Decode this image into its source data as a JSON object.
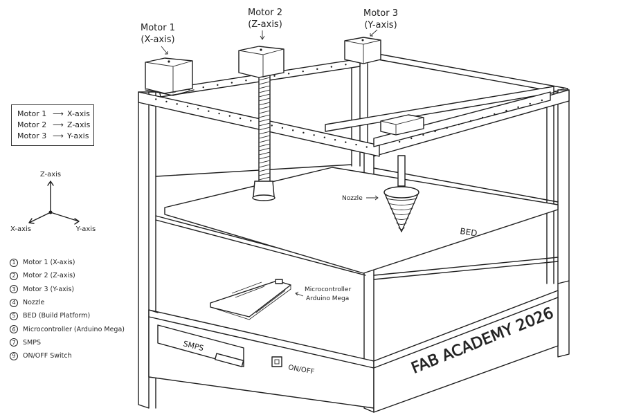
{
  "diagram": {
    "title_labels": {
      "motor1": {
        "name": "Motor 1",
        "axis": "(X-axis)"
      },
      "motor2": {
        "name": "Motor 2",
        "axis": "(Z-axis)"
      },
      "motor3": {
        "name": "Motor 3",
        "axis": "(Y-axis)"
      }
    },
    "motor_map": [
      {
        "motor": "Motor 1",
        "arrow": "⟶",
        "axis": "X-axis"
      },
      {
        "motor": "Motor 2",
        "arrow": "⟶",
        "axis": "Z-axis"
      },
      {
        "motor": "Motor 3",
        "arrow": "⟶",
        "axis": "Y-axis"
      }
    ],
    "axes": {
      "z": "Z-axis",
      "x": "X-axis",
      "y": "Y-axis"
    },
    "legend": [
      {
        "num": "1",
        "text": "Motor 1  (X-axis)"
      },
      {
        "num": "2",
        "text": "Motor 2  (Z-axis)"
      },
      {
        "num": "3",
        "text": "Motor 3  (Y-axis)"
      },
      {
        "num": "4",
        "text": "Nozzle"
      },
      {
        "num": "5",
        "text": "BED  (Build Platform)"
      },
      {
        "num": "6",
        "text": "Microcontroller (Arduino Mega)"
      },
      {
        "num": "7",
        "text": "SMPS"
      },
      {
        "num": "9",
        "text": "ON/OFF  Switch"
      }
    ],
    "callouts": {
      "nozzle": "Nozzle",
      "bed": "BED",
      "mcu_line1": "Microcontroller",
      "mcu_line2": "Arduino  Mega",
      "smps": "SMPS",
      "switch": "ON/OFF",
      "branding": "FAB ACADEMY 2026"
    }
  }
}
